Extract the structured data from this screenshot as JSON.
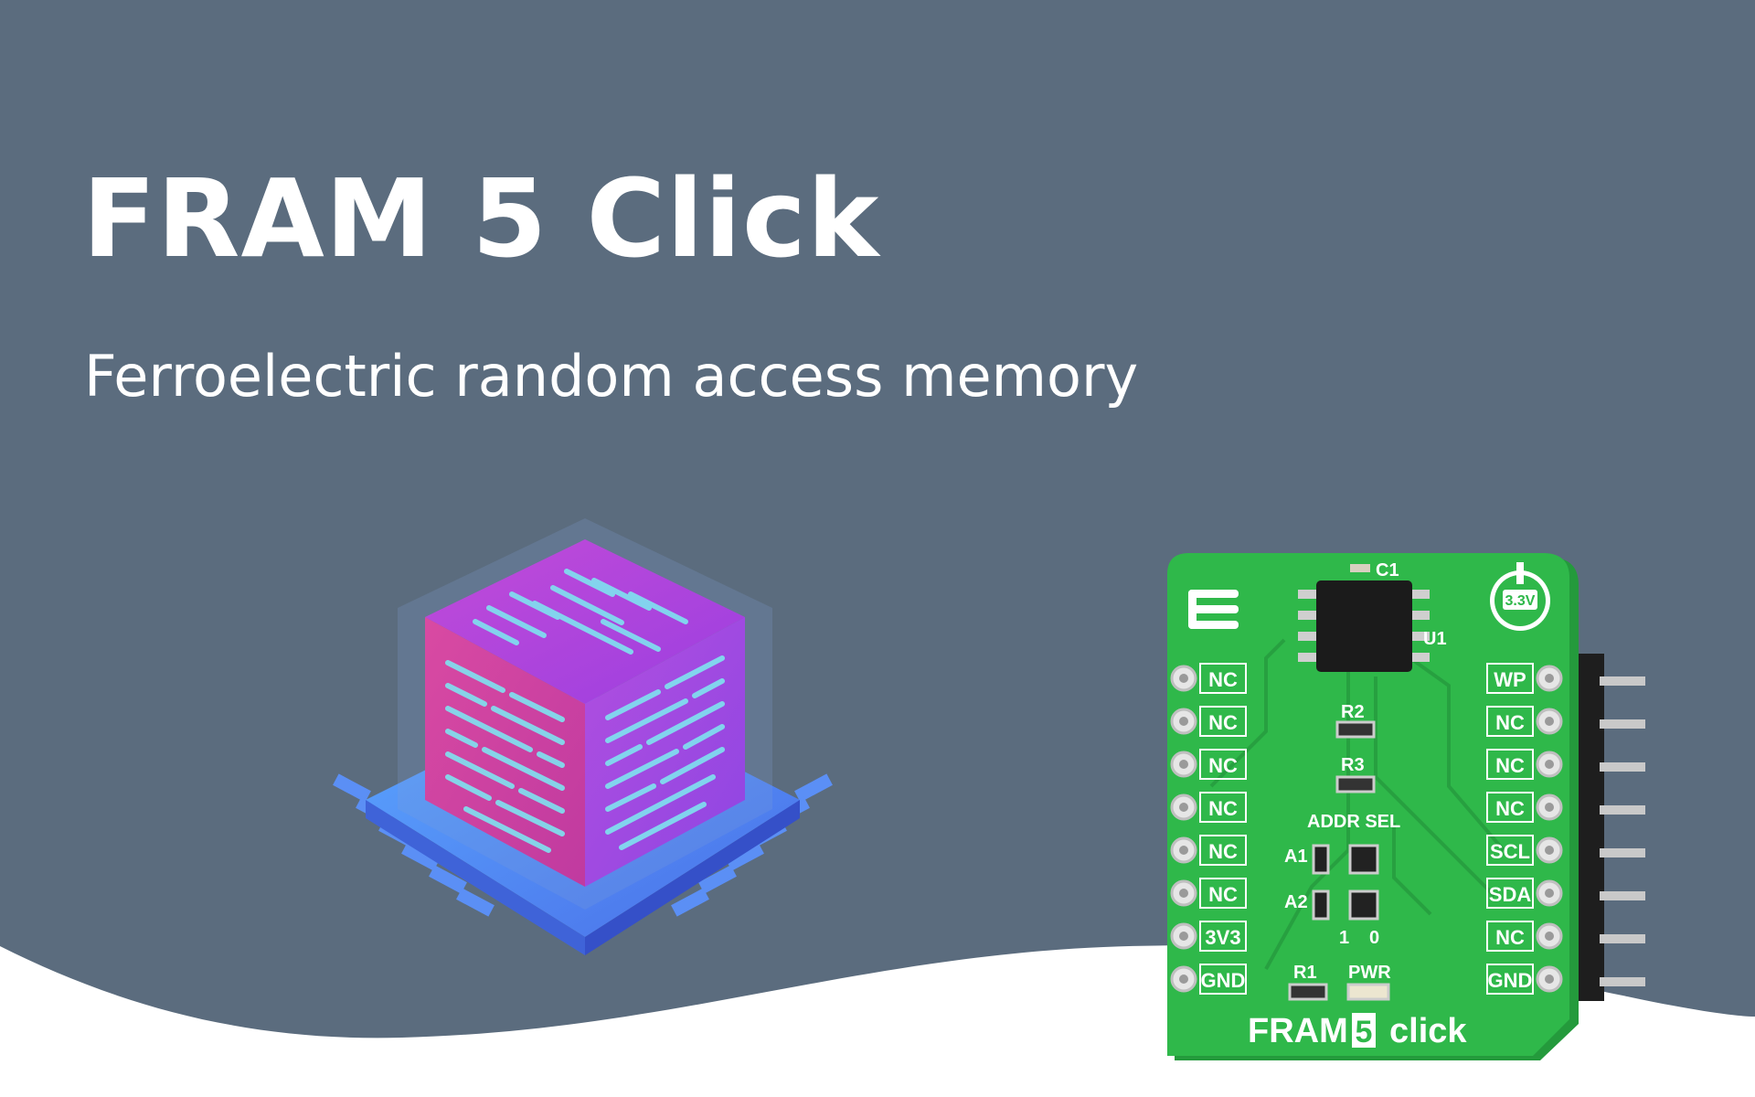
{
  "header": {
    "title": "FRAM 5 Click",
    "subtitle": "Ferroelectric random access memory"
  },
  "colors": {
    "background_slate": "#5b6c7e",
    "wave_white": "#ffffff",
    "pcb_green": "#2fb84a",
    "cube_magenta": "#d04aa6",
    "chip_blue": "#4a8df0"
  },
  "board": {
    "chip_labels": {
      "c1": "C1",
      "u1": "U1",
      "r2": "R2",
      "r3": "R3",
      "r1": "R1",
      "pwr": "PWR",
      "addr_sel": "ADDR SEL",
      "a1": "A1",
      "a2": "A2",
      "one": "1",
      "zero": "0"
    },
    "voltage_badge": "3.3V",
    "left_pins": [
      "NC",
      "NC",
      "NC",
      "NC",
      "NC",
      "NC",
      "3V3",
      "GND"
    ],
    "right_pins": [
      "WP",
      "NC",
      "NC",
      "NC",
      "SCL",
      "SDA",
      "NC",
      "GND"
    ],
    "name_left": "FRAM",
    "name_num": "5",
    "name_right": "click"
  }
}
